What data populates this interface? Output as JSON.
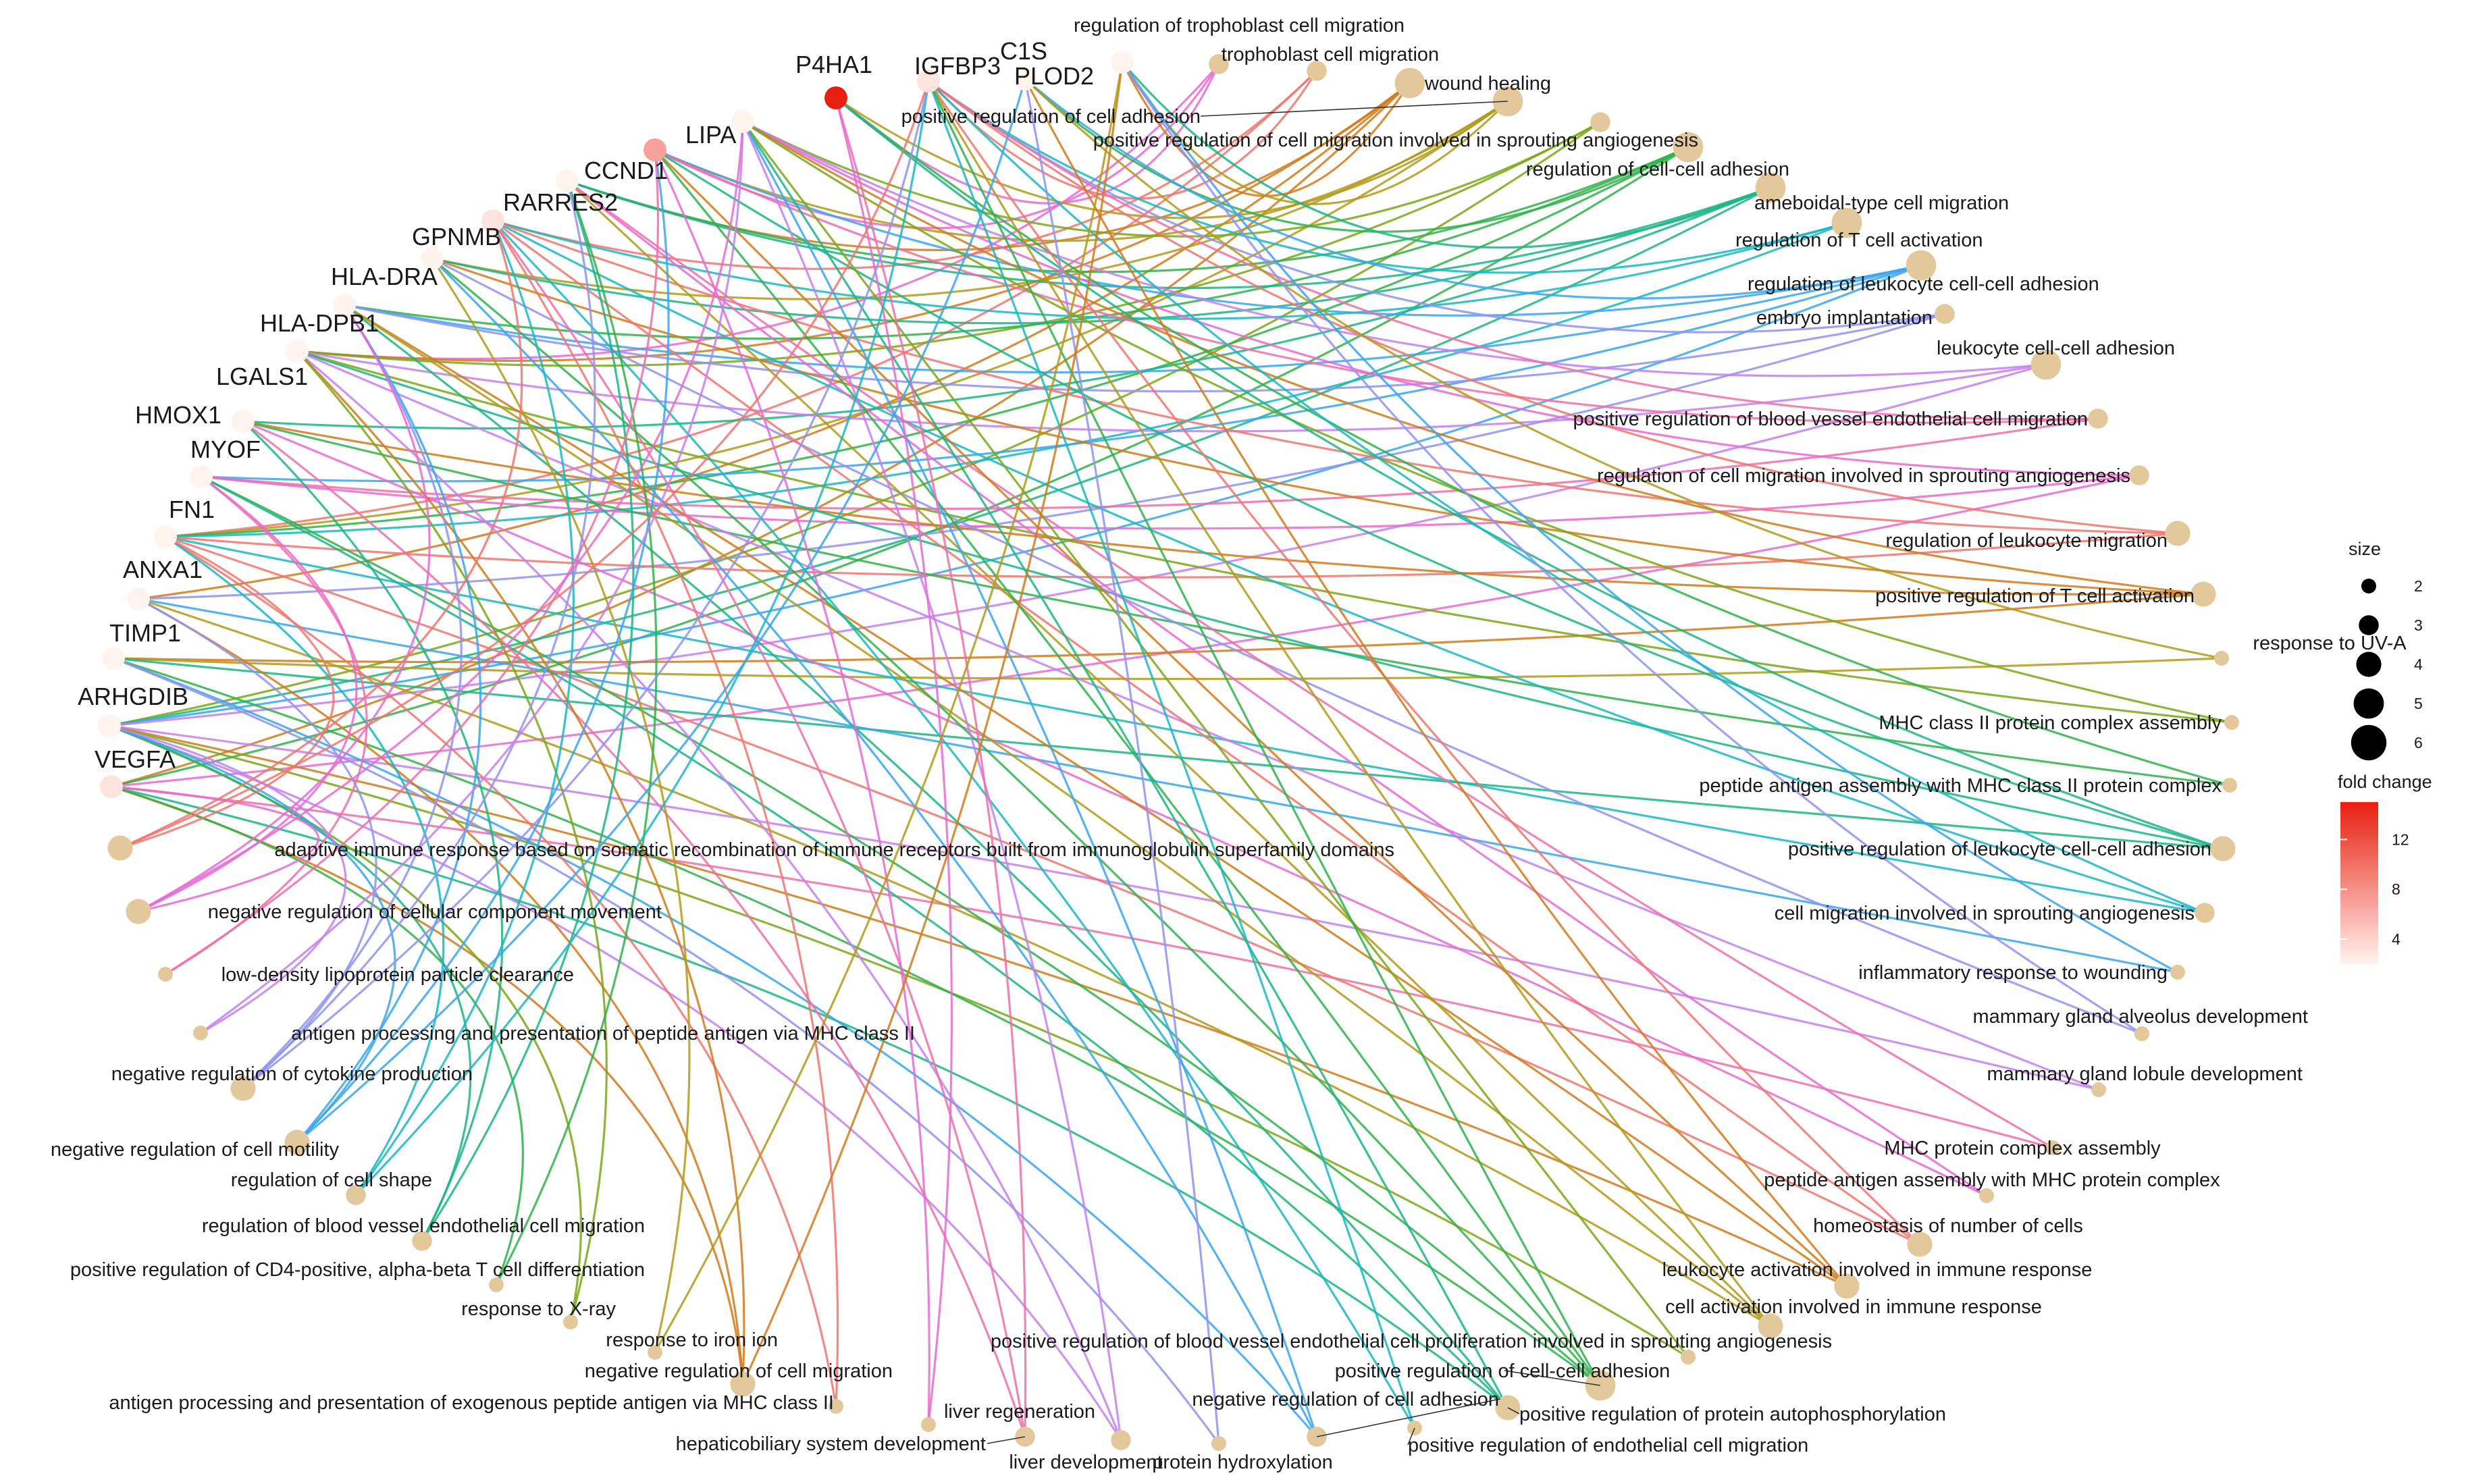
{
  "colors": {
    "term_node": "#e3c89b",
    "fc_low": "#fff3ee",
    "fc_high": "#e81e10"
  },
  "genes": [
    {
      "name": "P4HA1",
      "fc": 15
    },
    {
      "name": "IGFBP3",
      "fc": 3
    },
    {
      "name": "C1S",
      "fc": 2
    },
    {
      "name": "PLOD2",
      "fc": 2
    },
    {
      "name": "LIPA",
      "fc": 2
    },
    {
      "name": "CCND1",
      "fc": 7
    },
    {
      "name": "RARRES2",
      "fc": 2
    },
    {
      "name": "GPNMB",
      "fc": 3
    },
    {
      "name": "HLA-DRA",
      "fc": 2
    },
    {
      "name": "HLA-DPB1",
      "fc": 2
    },
    {
      "name": "LGALS1",
      "fc": 2
    },
    {
      "name": "HMOX1",
      "fc": 2
    },
    {
      "name": "MYOF",
      "fc": 2
    },
    {
      "name": "FN1",
      "fc": 2
    },
    {
      "name": "ANXA1",
      "fc": 2
    },
    {
      "name": "TIMP1",
      "fc": 2
    },
    {
      "name": "ARHGDIB",
      "fc": 2
    },
    {
      "name": "VEGFA",
      "fc": 3
    }
  ],
  "terms": [
    {
      "name": "regulation of trophoblast cell migration",
      "size": 3
    },
    {
      "name": "trophoblast cell migration",
      "size": 3
    },
    {
      "name": "wound healing",
      "size": 5
    },
    {
      "name": "positive regulation of cell adhesion",
      "size": 5
    },
    {
      "name": "positive regulation of cell migration involved in sprouting angiogenesis",
      "size": 3
    },
    {
      "name": "regulation of cell-cell adhesion",
      "size": 5
    },
    {
      "name": "ameboidal-type cell migration",
      "size": 5
    },
    {
      "name": "regulation of T cell activation",
      "size": 5
    },
    {
      "name": "regulation of leukocyte cell-cell adhesion",
      "size": 5
    },
    {
      "name": "embryo implantation",
      "size": 3
    },
    {
      "name": "leukocyte cell-cell adhesion",
      "size": 5
    },
    {
      "name": "positive regulation of blood vessel endothelial cell migration",
      "size": 3
    },
    {
      "name": "regulation of cell migration involved in sprouting angiogenesis",
      "size": 3
    },
    {
      "name": "regulation of leukocyte migration",
      "size": 4
    },
    {
      "name": "positive regulation of T cell activation",
      "size": 4
    },
    {
      "name": "response to UV-A",
      "size": 2
    },
    {
      "name": "MHC class II protein complex assembly",
      "size": 2
    },
    {
      "name": "peptide antigen assembly with MHC class II protein complex",
      "size": 2
    },
    {
      "name": "positive regulation of leukocyte cell-cell adhesion",
      "size": 4
    },
    {
      "name": "cell migration involved in sprouting angiogenesis",
      "size": 3
    },
    {
      "name": "inflammatory response to wounding",
      "size": 2
    },
    {
      "name": "mammary gland alveolus development",
      "size": 2
    },
    {
      "name": "mammary gland lobule development",
      "size": 2
    },
    {
      "name": "MHC protein complex assembly",
      "size": 2
    },
    {
      "name": "peptide antigen assembly with MHC protein complex",
      "size": 2
    },
    {
      "name": "homeostasis of number of cells",
      "size": 4
    },
    {
      "name": "leukocyte activation involved in immune response",
      "size": 4
    },
    {
      "name": "cell activation involved in immune response",
      "size": 4
    },
    {
      "name": "positive regulation of blood vessel endothelial cell proliferation involved in sprouting angiogenesis",
      "size": 2
    },
    {
      "name": "positive regulation of cell-cell adhesion",
      "size": 5
    },
    {
      "name": "positive regulation of protein autophosphorylation",
      "size": 4
    },
    {
      "name": "positive regulation of endothelial cell migration",
      "size": 2
    },
    {
      "name": "negative regulation of cell adhesion",
      "size": 3
    },
    {
      "name": "protein hydroxylation",
      "size": 2
    },
    {
      "name": "liver development",
      "size": 3
    },
    {
      "name": "hepaticobiliary system development",
      "size": 3
    },
    {
      "name": "liver regeneration",
      "size": 2
    },
    {
      "name": "antigen processing and presentation of exogenous peptide antigen via MHC class II",
      "size": 2
    },
    {
      "name": "negative regulation of cell migration",
      "size": 4
    },
    {
      "name": "response to iron ion",
      "size": 2
    },
    {
      "name": "response to X-ray",
      "size": 2
    },
    {
      "name": "positive regulation of CD4-positive, alpha-beta T cell differentiation",
      "size": 2
    },
    {
      "name": "regulation of blood vessel endothelial cell migration",
      "size": 3
    },
    {
      "name": "regulation of cell shape",
      "size": 3
    },
    {
      "name": "negative regulation of cell motility",
      "size": 4
    },
    {
      "name": "negative regulation of cytokine production",
      "size": 4
    },
    {
      "name": "antigen processing and presentation of peptide antigen via MHC class II",
      "size": 2
    },
    {
      "name": "low-density lipoprotein particle clearance",
      "size": 2
    },
    {
      "name": "negative regulation of cellular component movement",
      "size": 4
    },
    {
      "name": "adaptive immune response based on somatic recombination of immune receptors built from immunoglobulin superfamily domains",
      "size": 4
    }
  ],
  "legend": {
    "size_title": "size",
    "size_items": [
      2,
      3,
      4,
      5,
      6
    ],
    "color_title": "fold change",
    "color_ticks": [
      12,
      8,
      4
    ],
    "color_range": [
      2,
      15
    ]
  }
}
